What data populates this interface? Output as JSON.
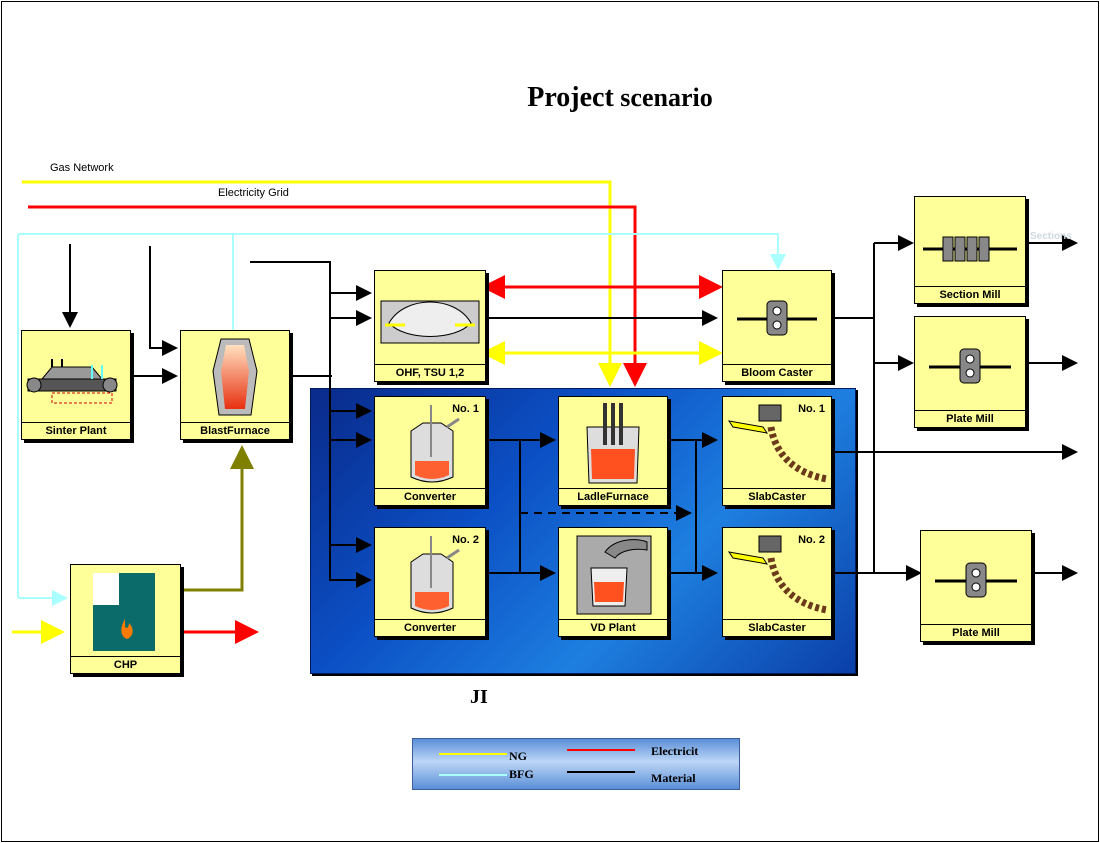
{
  "title": {
    "bold": "Project",
    "rest": "scenario"
  },
  "networks": {
    "gas": "Gas Network",
    "electricity": "Electricity Grid"
  },
  "zone_label": "JI",
  "units": {
    "sinter_plant": "Sinter Plant",
    "blast_furnace": "BlastFurnace",
    "chp": "CHP",
    "ohf": "OHF, TSU 1,2",
    "converter_1": "Converter",
    "converter_1_no": "No. 1",
    "converter_2": "Converter",
    "converter_2_no": "No. 2",
    "ladle_furnace": "LadleFurnace",
    "vd_plant": "VD Plant",
    "bloom_caster": "Bloom Caster",
    "slab_caster_1": "SlabCaster",
    "slab_caster_1_no": "No. 1",
    "slab_caster_2": "SlabCaster",
    "slab_caster_2_no": "No. 2",
    "section_mill": "Section Mill",
    "plate_mill_1": "Plate  Mill",
    "plate_mill_2": "Plate Mill"
  },
  "outputs": {
    "sections": "Sections"
  },
  "legend": {
    "ng": "NG",
    "bfg": "BFG",
    "electricity": "Electricit",
    "material": "Material"
  },
  "colors": {
    "ng": "#ffff00",
    "bfg": "#aaffff",
    "electricity": "#ff0000",
    "material": "#000000",
    "bfg_chp": "#808000",
    "box": "#ffff99",
    "zone": "#0b4fc4"
  }
}
